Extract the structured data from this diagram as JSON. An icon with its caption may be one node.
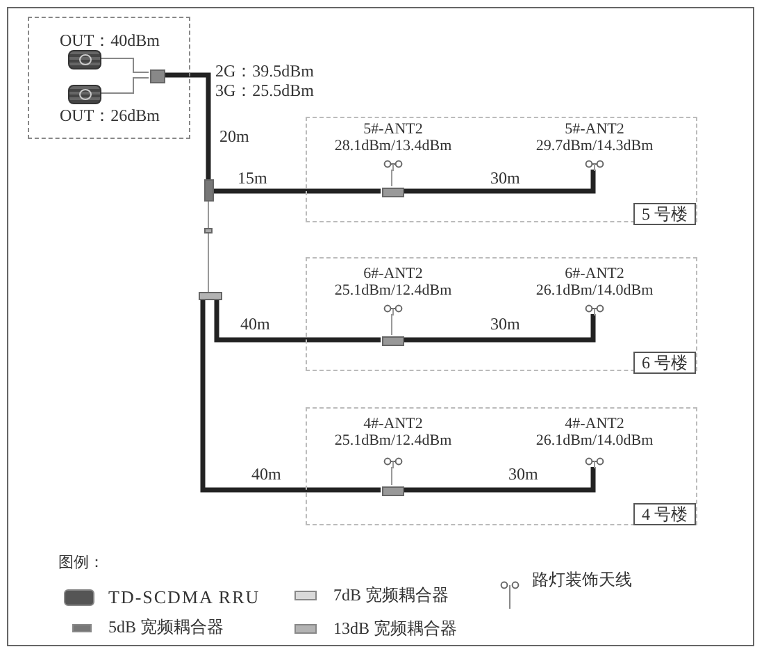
{
  "diagram": {
    "nodes": [
      {
        "text": [],
        "shape": "box"
      },
      {
        "text": [],
        "shape": "box",
        "in": 0,
        "beside": [
          "OUT：40dBm"
        ]
      },
      {
        "text": [],
        "shape": "box",
        "in": 0,
        "beside": [
          "OUT：26dBm"
        ]
      },
      {
        "text": [],
        "shape": "box",
        "in": 0
      },
      {
        "text": [],
        "shape": "box"
      },
      {
        "text": [],
        "shape": "box"
      },
      {
        "text": [
          "5#-ANT2",
          "28.1dBm/13.4dBm"
        ],
        "in": 5
      },
      {
        "text": [
          "5#-ANT2",
          "29.7dBm/14.3dBm"
        ],
        "in": 5
      },
      {
        "text": [],
        "shape": "box",
        "in": 5
      },
      {
        "text": [
          "5 号楼"
        ],
        "in": 5
      },
      {
        "text": [],
        "shape": "box"
      },
      {
        "text": [],
        "shape": "box"
      },
      {
        "text": [],
        "shape": "box"
      },
      {
        "text": [
          "6#-ANT2",
          "25.1dBm/12.4dBm"
        ],
        "in": 12
      },
      {
        "text": [
          "6#-ANT2",
          "26.1dBm/14.0dBm"
        ],
        "in": 12
      },
      {
        "text": [],
        "shape": "box",
        "in": 12
      },
      {
        "text": [
          "6 号楼"
        ],
        "in": 12
      },
      {
        "text": [],
        "shape": "box"
      },
      {
        "text": [
          "4#-ANT2",
          "25.1dBm/12.4dBm"
        ],
        "in": 17
      },
      {
        "text": [
          "4#-ANT2",
          "26.1dBm/14.0dBm"
        ],
        "in": 17
      },
      {
        "text": [],
        "shape": "box",
        "in": 17
      },
      {
        "text": [
          "4 号楼"
        ],
        "in": 17
      }
    ],
    "edges": [
      {
        "from": 1,
        "to": 3,
        "arrow": "none",
        "color": "#888888"
      },
      {
        "from": 2,
        "to": 3,
        "arrow": "none",
        "color": "#888888"
      },
      {
        "from": 3,
        "to": 4,
        "arrow": "none",
        "style": "thick",
        "label": "20m"
      },
      {
        "from": 4,
        "to": 8,
        "arrow": "none",
        "style": "thick",
        "label": "15m"
      },
      {
        "from": 8,
        "to": 7,
        "arrow": "none",
        "style": "thick",
        "label": "30m"
      },
      {
        "from": 8,
        "to": 6,
        "arrow": "none",
        "color": "#999999"
      },
      {
        "from": 4,
        "to": 10,
        "arrow": "none",
        "color": "#999999"
      },
      {
        "from": 10,
        "to": 11,
        "arrow": "none",
        "color": "#999999"
      },
      {
        "from": 11,
        "to": 15,
        "arrow": "none",
        "style": "thick",
        "label": "40m"
      },
      {
        "from": 15,
        "to": 14,
        "arrow": "none",
        "style": "thick",
        "label": "30m"
      },
      {
        "from": 15,
        "to": 13,
        "arrow": "none",
        "color": "#999999"
      },
      {
        "from": 11,
        "to": 20,
        "arrow": "none",
        "style": "thick",
        "label": "40m"
      },
      {
        "from": 20,
        "to": 19,
        "arrow": "none",
        "style": "thick",
        "label": "30m"
      },
      {
        "from": 20,
        "to": 18,
        "arrow": "none",
        "color": "#999999"
      }
    ],
    "labels": [
      "2G：39.5dBm",
      "3G：25.5dBm",
      "图例："
    ],
    "legend": [
      {
        "text": "TD-SCDMA RRU",
        "color": "#555555"
      },
      {
        "text": "7dB 宽频耦合器",
        "color": "#d9d9d9"
      },
      {
        "text": "路灯装饰天线"
      },
      {
        "text": "5dB 宽频耦合器",
        "color": "#777777"
      },
      {
        "text": "13dB 宽频耦合器",
        "color": "#b3b3b3"
      }
    ]
  }
}
